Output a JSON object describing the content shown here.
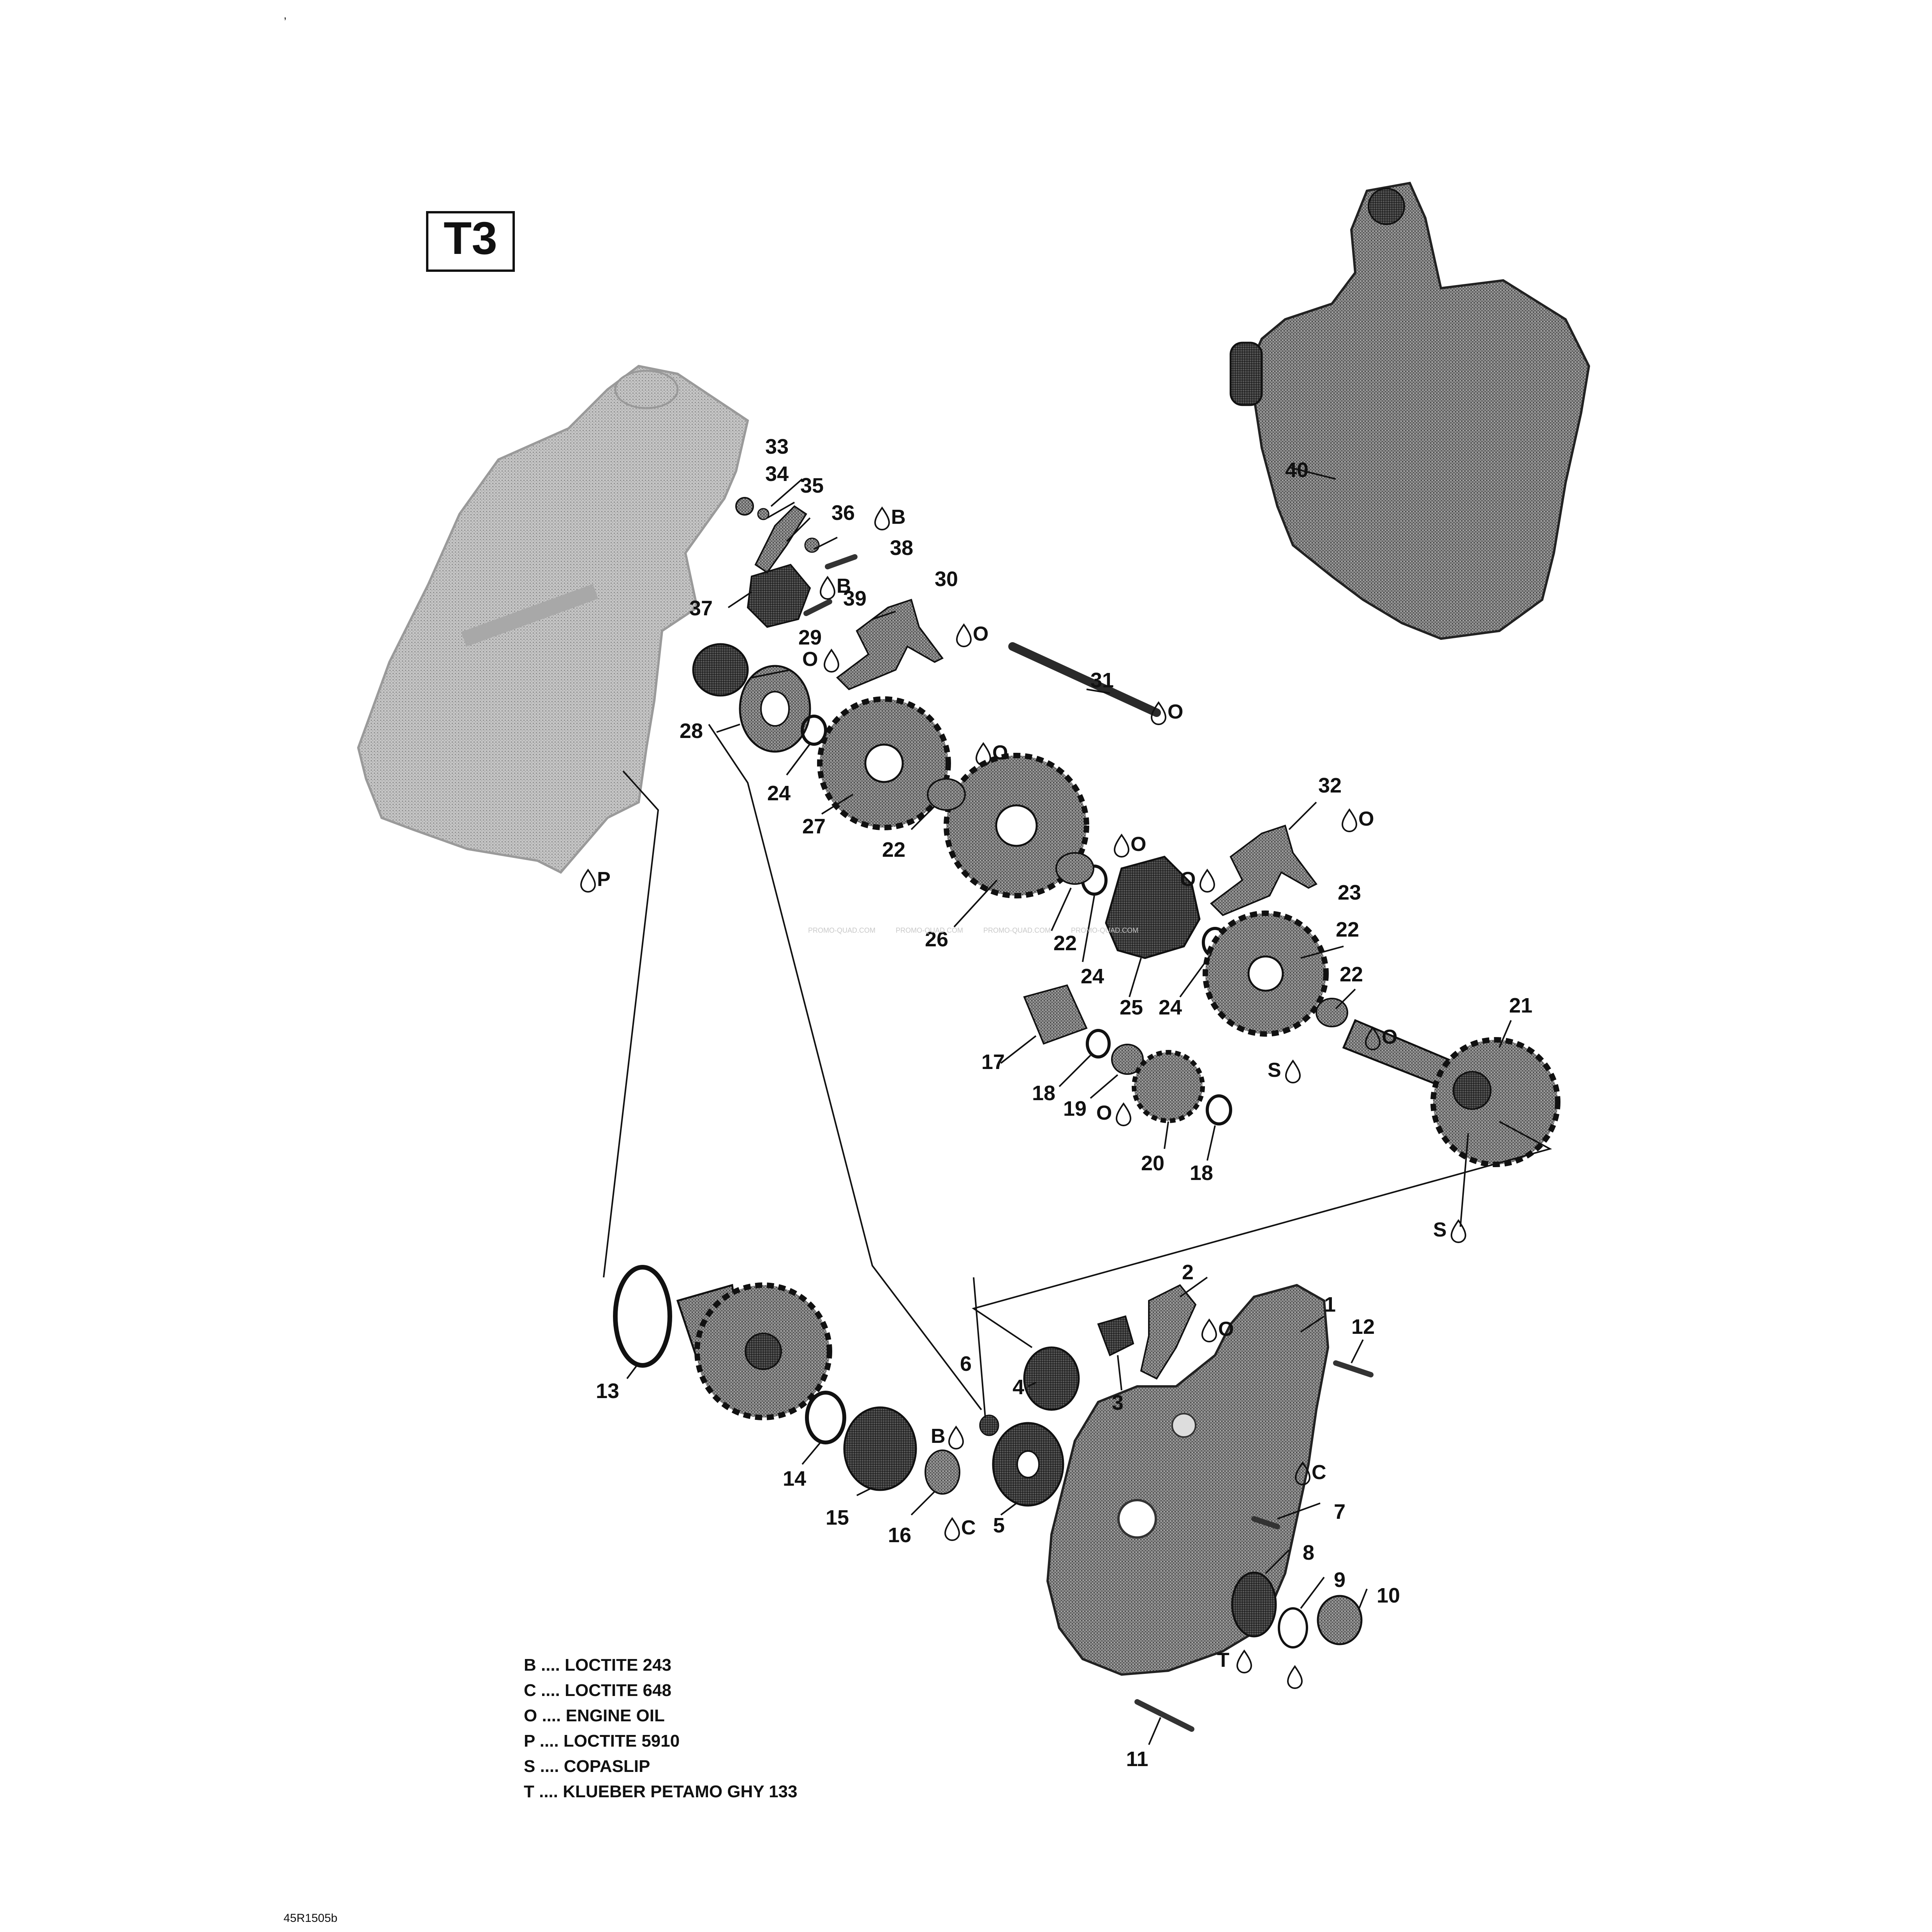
{
  "badge": "T3",
  "part_numbers": [
    "1",
    "2",
    "3",
    "4",
    "5",
    "6",
    "7",
    "8",
    "9",
    "10",
    "11",
    "12",
    "13",
    "14",
    "15",
    "16",
    "17",
    "18",
    "18",
    "19",
    "20",
    "21",
    "22",
    "22",
    "22",
    "22",
    "23",
    "24",
    "24",
    "24",
    "25",
    "26",
    "27",
    "28",
    "29",
    "30",
    "31",
    "32",
    "33",
    "34",
    "35",
    "36",
    "37",
    "38",
    "39",
    "40"
  ],
  "material_codes": [
    "B",
    "B",
    "B",
    "C",
    "C",
    "O",
    "O",
    "O",
    "O",
    "O",
    "O",
    "O",
    "O",
    "O",
    "O",
    "P",
    "S",
    "S",
    "T"
  ],
  "legend": [
    {
      "code": "B",
      "text": "B .... LOCTITE 243"
    },
    {
      "code": "C",
      "text": "C .... LOCTITE 648"
    },
    {
      "code": "O",
      "text": "O .... ENGINE OIL"
    },
    {
      "code": "P",
      "text": "P .... LOCTITE 5910"
    },
    {
      "code": "S",
      "text": "S .... COPASLIP"
    },
    {
      "code": "T",
      "text": "T .... KLUEBER PETAMO GHY 133"
    }
  ],
  "watermark": "PROMO-QUAD.COM",
  "reference": "45R1505b",
  "corner_mark": ","
}
